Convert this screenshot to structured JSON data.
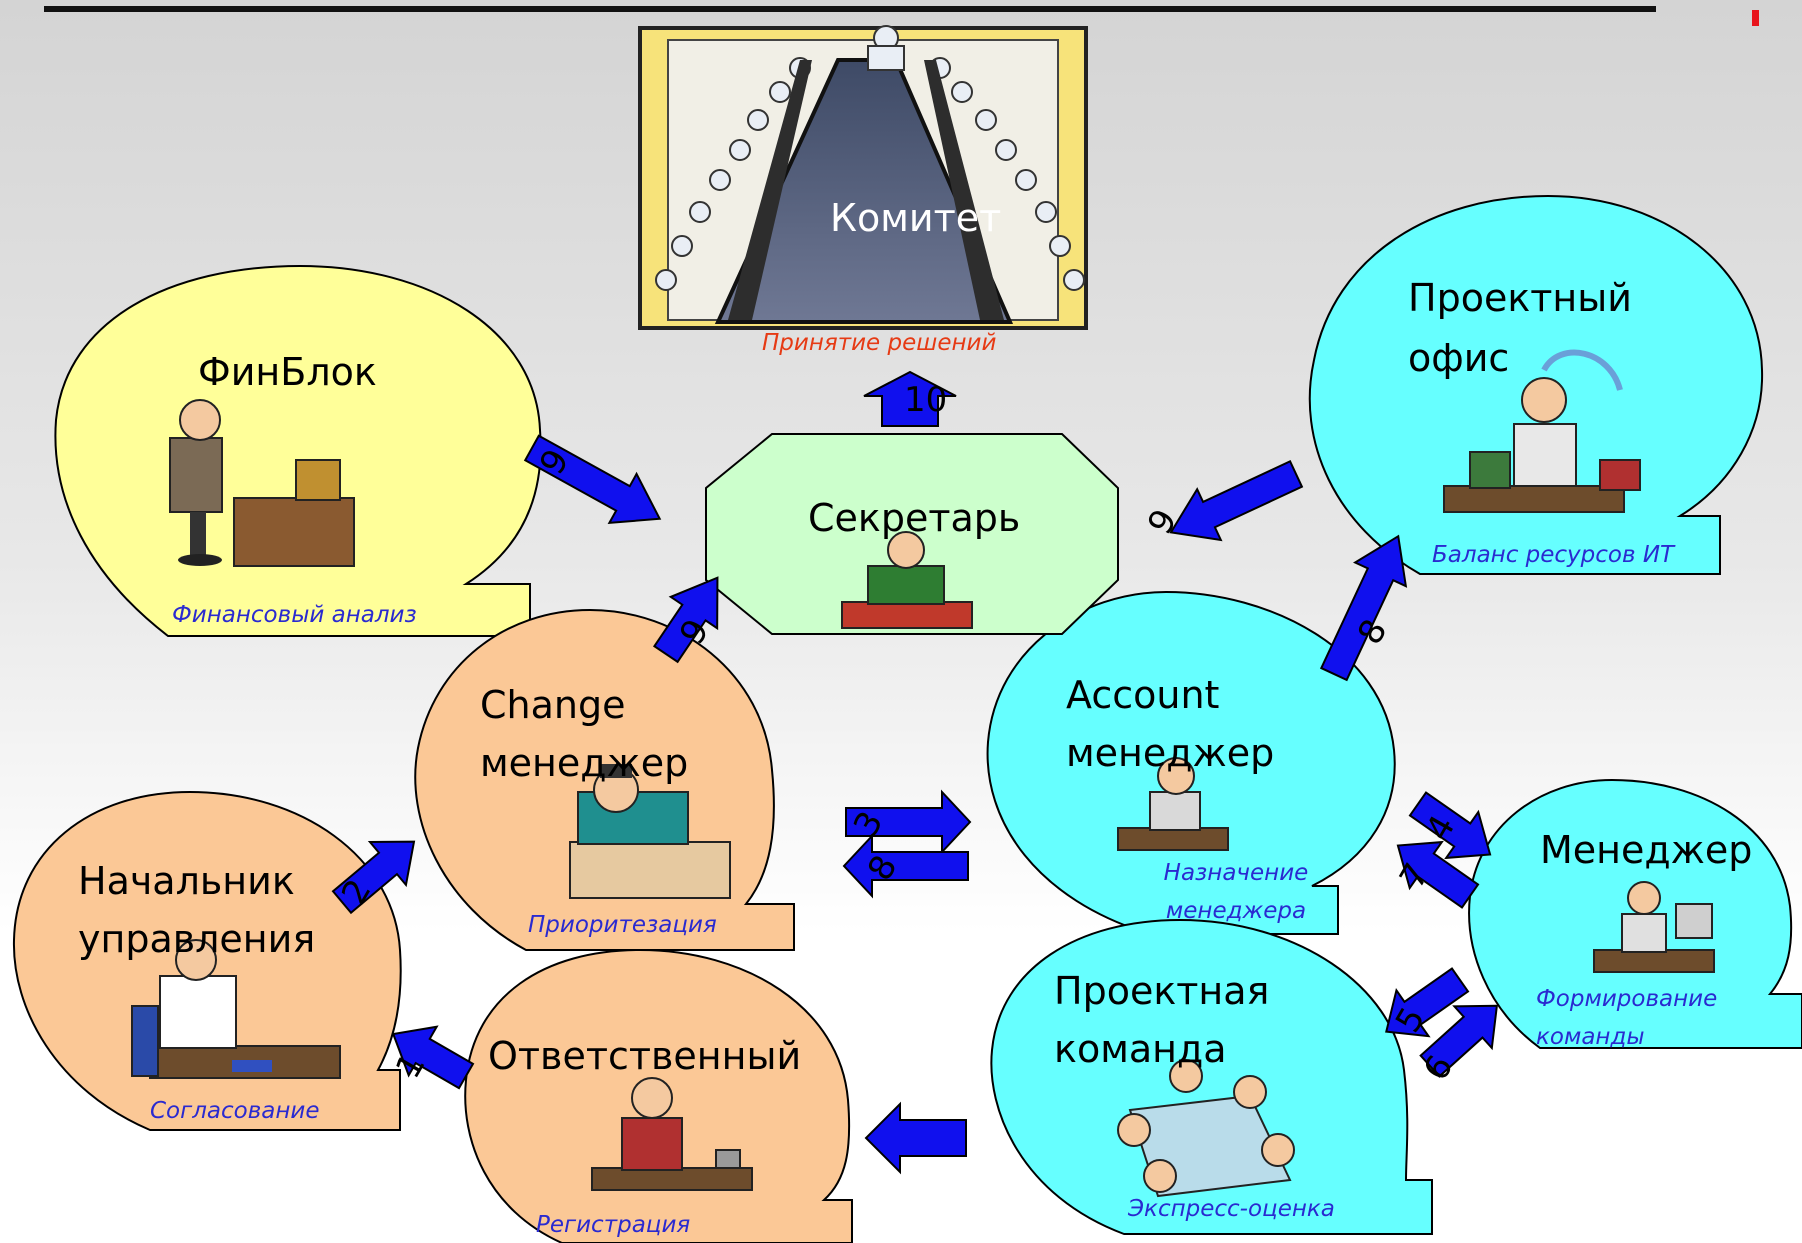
{
  "nodes": {
    "komitet": {
      "title": "Комитет",
      "subtitle": "Принятие решений"
    },
    "finblok": {
      "title": "ФинБлок",
      "subtitle": "Финансовый анализ"
    },
    "sekretar": {
      "title": "Секретарь"
    },
    "proekt_ofis": {
      "title": "Проектный офис",
      "subtitle": "Баланс ресурсов ИТ"
    },
    "change": {
      "title": "Change менеджер",
      "subtitle": "Приоритезация"
    },
    "account": {
      "title": "Account менеджер",
      "subtitle": "Назначение менеджера"
    },
    "menedzher": {
      "title": "Менеджер",
      "subtitle": "Формирование команды"
    },
    "nachalnik": {
      "title": "Начальник управления",
      "subtitle": "Согласование"
    },
    "otvetstvenny": {
      "title": "Ответственный",
      "subtitle": "Регистрация"
    },
    "komanda": {
      "title": "Проектная команда",
      "subtitle": "Экспресс-оценка"
    }
  },
  "arrows": [
    {
      "from": "otvetstvenny",
      "to": "nachalnik",
      "label": "1"
    },
    {
      "from": "nachalnik",
      "to": "change",
      "label": "2"
    },
    {
      "from": "change",
      "to": "account",
      "label": "3"
    },
    {
      "from": "account",
      "to": "menedzher",
      "label": "4"
    },
    {
      "from": "menedzher",
      "to": "komanda",
      "label": "5"
    },
    {
      "from": "komanda",
      "to": "menedzher",
      "label": "6"
    },
    {
      "from": "menedzher",
      "to": "account",
      "label": "7"
    },
    {
      "from": "account",
      "to": "change",
      "label": "8"
    },
    {
      "from": "account",
      "to": "proekt_ofis",
      "label": "8"
    },
    {
      "from": "finblok",
      "to": "sekretar",
      "label": "9"
    },
    {
      "from": "change",
      "to": "sekretar",
      "label": "9"
    },
    {
      "from": "proekt_ofis",
      "to": "sekretar",
      "label": "9"
    },
    {
      "from": "sekretar",
      "to": "komitet",
      "label": "10"
    },
    {
      "from": "komanda",
      "to": "otvetstvenny",
      "label": ""
    }
  ],
  "colors": {
    "yellow_bubble": "#ffff99",
    "orange_bubble": "#fbc896",
    "cyan_bubble": "#66ffff",
    "secretary_fill": "#ccffcc",
    "arrow_fill": "#1010ee",
    "subtitle_blue": "#2a2ad0",
    "subtitle_red": "#e63a14"
  }
}
